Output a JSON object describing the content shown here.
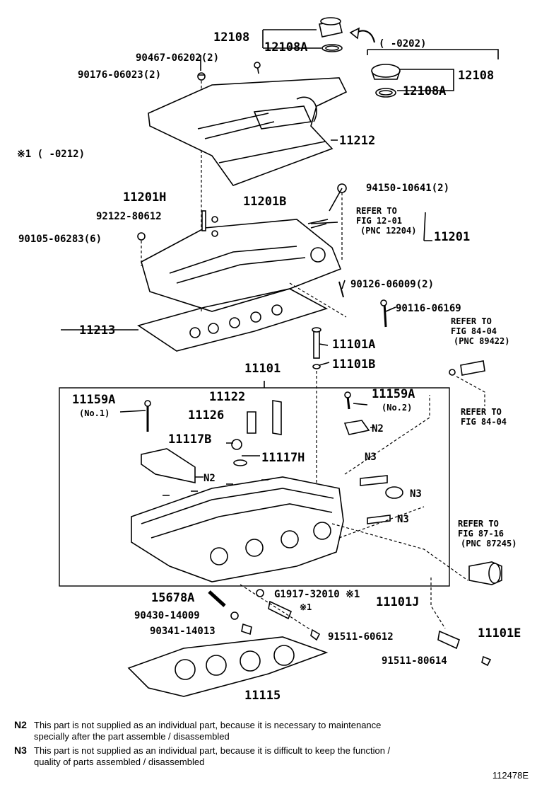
{
  "labels": {
    "p12108_top": "12108",
    "p12108a_top": "12108A",
    "p90467": "90467-06202(2)",
    "p90176": "90176-06023(2)",
    "range0202": "(    -0202)",
    "p12108_right": "12108",
    "p12108a_right": "12108A",
    "note1": "※1 (     -0212)",
    "p11212": "11212",
    "p11201h": "11201H",
    "p11201b": "11201B",
    "p94150": "94150-10641(2)",
    "p92122": "92122-80612",
    "refer_1201_a": "REFER TO",
    "refer_1201_b": "FIG 12-01",
    "refer_1201_c": "(PNC 12204)",
    "p11201": "11201",
    "p90105": "90105-06283(6)",
    "p90126": "90126-06009(2)",
    "p90116": "90116-06169",
    "refer_8404a_a": "REFER TO",
    "refer_8404a_b": "FIG 84-04",
    "refer_8404a_c": "(PNC 89422)",
    "p11213": "11213",
    "p11101a": "11101A",
    "p11101b": "11101B",
    "p11101": "11101",
    "p11159a_l": "11159A",
    "no1": "(No.1)",
    "p11122": "11122",
    "p11159a_r": "11159A",
    "no2": "(No.2)",
    "p11126": "11126",
    "n2_a": "N2",
    "refer_8404b_a": "REFER TO",
    "refer_8404b_b": "FIG 84-04",
    "p11117b": "11117B",
    "p11117h": "11117H",
    "n3_a": "N3",
    "n2_b": "N2",
    "n3_b": "N3",
    "n3_c": "N3",
    "refer_8716_a": "REFER TO",
    "refer_8716_b": "FIG 87-16",
    "refer_8716_c": "(PNC 87245)",
    "p15678a": "15678A",
    "pg1917": "G1917-32010 ※1",
    "p11101j": "11101J",
    "star1": "※1",
    "p90430": "90430-14009",
    "p90341": "90341-14013",
    "p91511_6": "91511-60612",
    "p11101e": "11101E",
    "p91511_8": "91511-80614",
    "p11115": "11115"
  },
  "notes": {
    "n2_key": "N2",
    "n2_line1": "This part is not supplied as an individual part, because it is necessary to maintenance",
    "n2_line2": "specially after the part assemble / disassembled",
    "n3_key": "N3",
    "n3_line1": "This part is not supplied as an individual part, because it is difficult to keep the function /",
    "n3_line2": "quality of parts assembled / disassembled"
  },
  "figure_id": "112478E"
}
